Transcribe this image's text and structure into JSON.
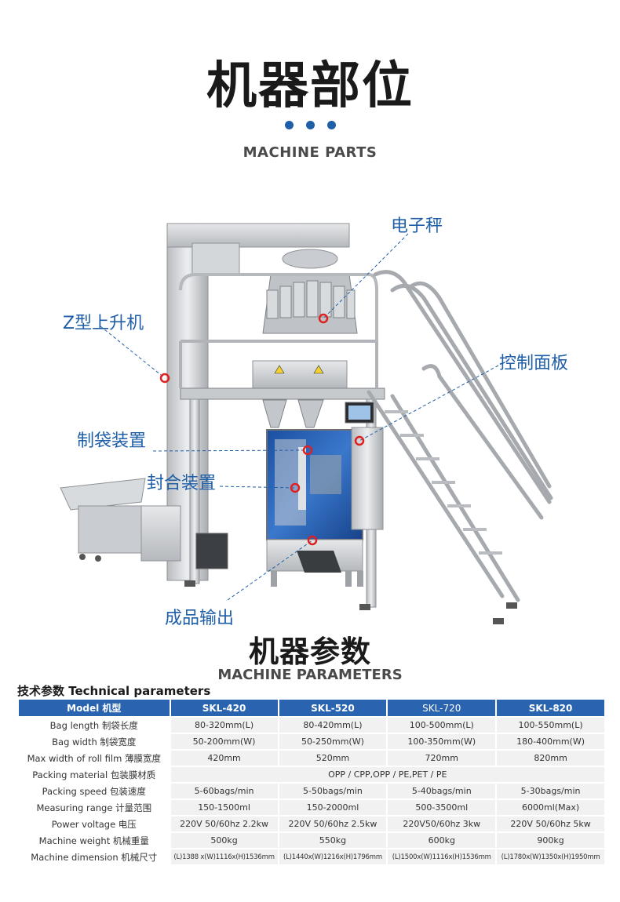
{
  "header": {
    "title": "机器部位",
    "subtitle": "MACHINE PARTS"
  },
  "callouts": {
    "electronic_scale": "电子秤",
    "z_elevator": "Z型上升机",
    "control_panel": "控制面板",
    "bag_maker": "制袋装置",
    "sealing_device": "封合装置",
    "product_output": "成品输出"
  },
  "params": {
    "title": "机器参数",
    "subtitle": "MACHINE PARAMETERS",
    "tech_heading": "技术参数  Technical parameters"
  },
  "table": {
    "columns": [
      "Model 机型",
      "SKL-420",
      "SKL-520",
      "SKL-720",
      "SKL-820"
    ],
    "rows": [
      {
        "label": "Bag length 制袋长度",
        "values": [
          "80-320mm(L)",
          "80-420mm(L)",
          "100-500mm(L)",
          "100-550mm(L)"
        ]
      },
      {
        "label": "Bag width 制袋宽度",
        "values": [
          "50-200mm(W)",
          "50-250mm(W)",
          "100-350mm(W)",
          "180-400mm(W)"
        ]
      },
      {
        "label": "Max width of roll film 薄膜宽度",
        "values": [
          "420mm",
          "520mm",
          "720mm",
          "820mm"
        ]
      },
      {
        "label": "Packing material 包装膜材质",
        "merged": "OPP / CPP,OPP / PE,PET / PE"
      },
      {
        "label": "Packing speed 包装速度",
        "values": [
          "5-60bags/min",
          "5-50bags/min",
          "5-40bags/min",
          "5-30bags/min"
        ]
      },
      {
        "label": "Measuring range 计量范围",
        "values": [
          "150-1500ml",
          "150-2000ml",
          "500-3500ml",
          "6000ml(Max)"
        ]
      },
      {
        "label": "Power voltage 电压",
        "values": [
          "220V 50/60hz 2.2kw",
          "220V 50/60hz 2.5kw",
          "220V50/60hz 3kw",
          "220V 50/60hz 5kw"
        ]
      },
      {
        "label": "Machine weight 机械重量",
        "values": [
          "500kg",
          "550kg",
          "600kg",
          "900kg"
        ]
      },
      {
        "label": "Machine dimension 机械尺寸",
        "values": [
          "(L)1388 x(W)1116x(H)1536mm",
          "(L)1440x(W)1216x(H)1796mm",
          "(L)1500x(W)1116x(H)1536mm",
          "(L)1780x(W)1350x(H)1950mm"
        ]
      }
    ]
  },
  "colors": {
    "accent": "#1f5fa8",
    "header_bg": "#2a64b0",
    "marker": "#e02020"
  }
}
